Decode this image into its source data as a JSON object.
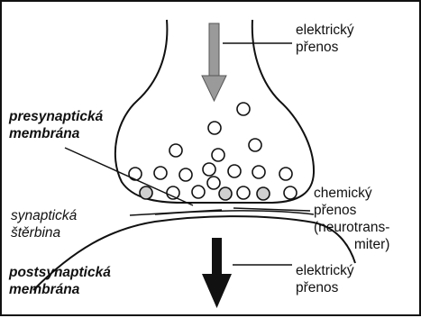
{
  "labels": {
    "electric_top": [
      "elektrický",
      "přenos"
    ],
    "presynaptic": [
      "presynaptická",
      "membrána"
    ],
    "synaptic_cleft": [
      "synaptická",
      "štěrbina"
    ],
    "chemical": [
      "chemický",
      "přenos",
      "(neurotrans-",
      "miter)"
    ],
    "postsynaptic": [
      "postsynaptická",
      "membrána"
    ],
    "electric_bottom": [
      "elektrický",
      "přenos"
    ]
  },
  "colors": {
    "ink": "#111111",
    "vesicle_fill": "#ffffff",
    "vesicle_shaded": "#cfcfcf",
    "arrow_top_fill": "#9a9a9a",
    "arrow_bottom_fill": "#111111"
  }
}
